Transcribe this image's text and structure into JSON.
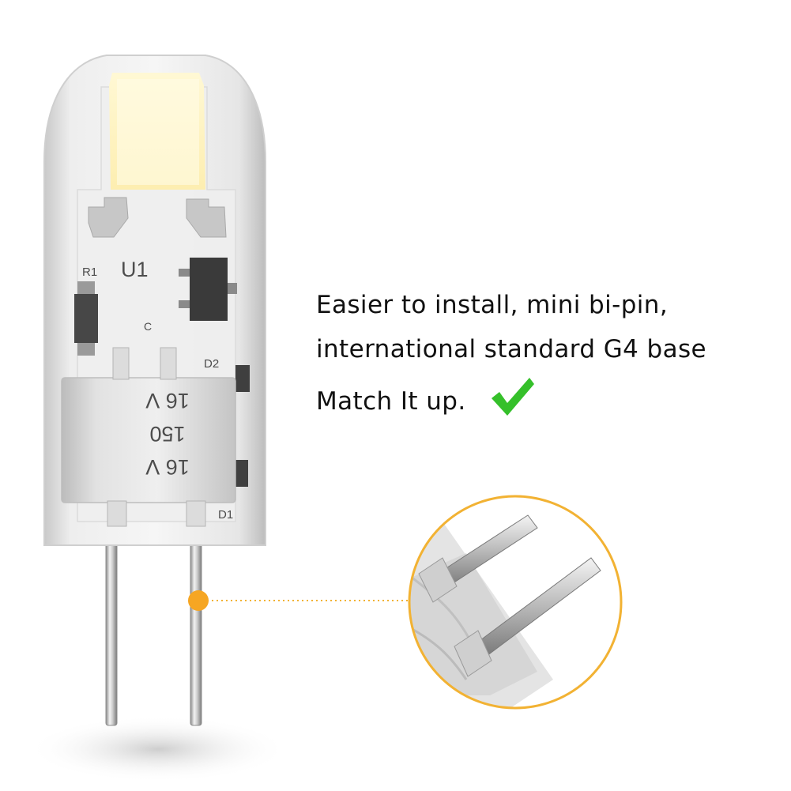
{
  "description": {
    "line1": "Easier to install, mini bi-pin,",
    "line2": "international standard G4 base",
    "line3": "Match It up."
  },
  "pcb_labels": {
    "u1": "U1",
    "r1": "R1",
    "c1": "C",
    "d2": "D2",
    "d1": "D1",
    "voltage_top": "16 V",
    "capacitance": "150",
    "voltage_bottom": "16 V"
  },
  "colors": {
    "accent_check": "#35c02a",
    "callout_ring": "#f2b233",
    "callout_dot": "#f6a623",
    "led_chip": "#fdf2bf"
  },
  "icons": {
    "check": "check-icon",
    "callout": "callout-dot"
  }
}
